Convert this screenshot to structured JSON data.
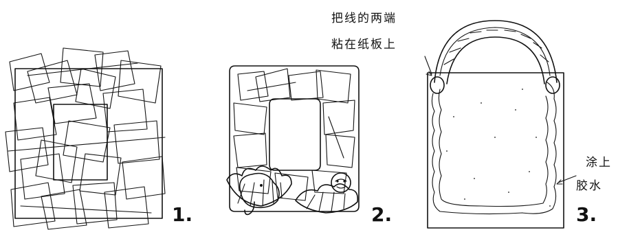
{
  "annotations": {
    "glue_ends_line1": "把线的两端",
    "glue_ends_line2": "粘在纸板上",
    "apply_line1": "涂上",
    "apply_line2": "胶水"
  },
  "steps": [
    "1.",
    "2.",
    "3."
  ],
  "colors": {
    "ink": "#111111",
    "paper": "#ffffff"
  }
}
